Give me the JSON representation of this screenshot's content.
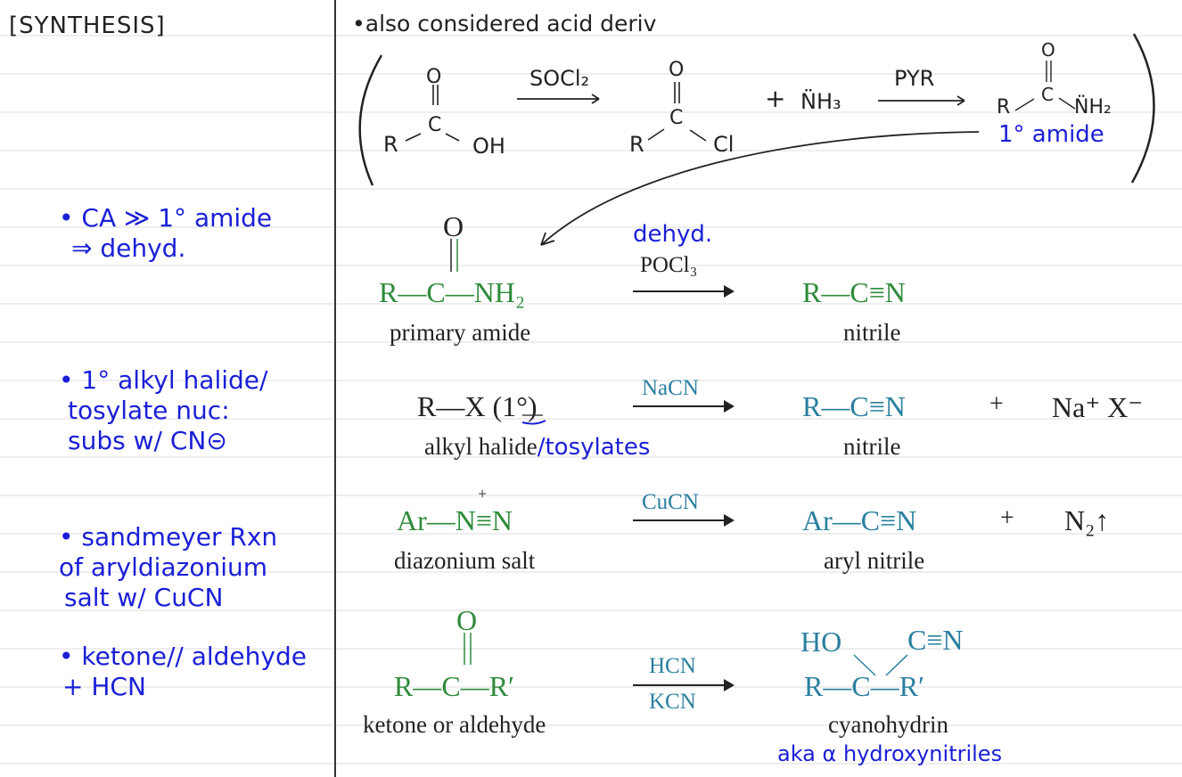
{
  "header": {
    "title": "[SYNTHESIS]"
  },
  "top_note": "•also considered acid deriv",
  "top_scheme": {
    "acid": {
      "o": "O",
      "c": "C",
      "r": "R",
      "oh": "OH"
    },
    "arrow1_reagent": "SOCl₂",
    "acid_chloride": {
      "o": "O",
      "c": "C",
      "r": "R",
      "cl": "Cl"
    },
    "plus": "+",
    "ammonia": "N̈H₃",
    "arrow2_reagent": "PYR",
    "amide": {
      "o": "O",
      "c": "C",
      "r": "R",
      "nh2": "N̈H₂"
    },
    "amide_label": "1° amide"
  },
  "left_notes": [
    {
      "lines": [
        "• CA ≫ 1° amide",
        "⇒ dehyd."
      ]
    },
    {
      "lines": [
        "• 1° alkyl halide/",
        "tosylate nuc:",
        "subs w/ CN⊝"
      ]
    },
    {
      "lines": [
        "• sandmeyer Rxn",
        "of aryldiazonium",
        "salt w/ CuCN"
      ]
    },
    {
      "lines": [
        "• ketone// aldehyde",
        "+ HCN"
      ]
    }
  ],
  "reactions": {
    "r1": {
      "o": "O",
      "reactant": "R—C—NH₂",
      "reactant_label": "primary amide",
      "reagent_note": "dehyd.",
      "reagent": "POCl₃",
      "product": "R—C≡N",
      "product_label": "nitrile"
    },
    "r2": {
      "reactant": "R—X (1°)",
      "reactant_label": "alkyl halide",
      "reactant_label_note": "/tosylates",
      "reagent": "NaCN",
      "product": "R—C≡N",
      "plus": "+",
      "byproduct": "Na⁺ X⁻",
      "product_label": "nitrile"
    },
    "r3": {
      "charge": "+",
      "reactant": "Ar—N≡N",
      "reactant_label": "diazonium salt",
      "reagent": "CuCN",
      "product": "Ar—C≡N",
      "plus": "+",
      "byproduct": "N₂↑",
      "product_label": "aryl nitrile"
    },
    "r4": {
      "o": "O",
      "reactant": "R—C—R′",
      "reactant_label": "ketone or aldehyde",
      "reagent_top": "HCN",
      "reagent_bottom": "KCN",
      "product_ho": "HO",
      "product_cn": "C≡N",
      "product": "R—C—R′",
      "product_label": "cyanohydrin",
      "product_note": "aka α hydroxynitriles"
    }
  },
  "colors": {
    "ink_blue": "#1a1fd6",
    "green": "#2e8b3a",
    "teal": "#2a7fa0",
    "line": "#d9d9d9"
  }
}
